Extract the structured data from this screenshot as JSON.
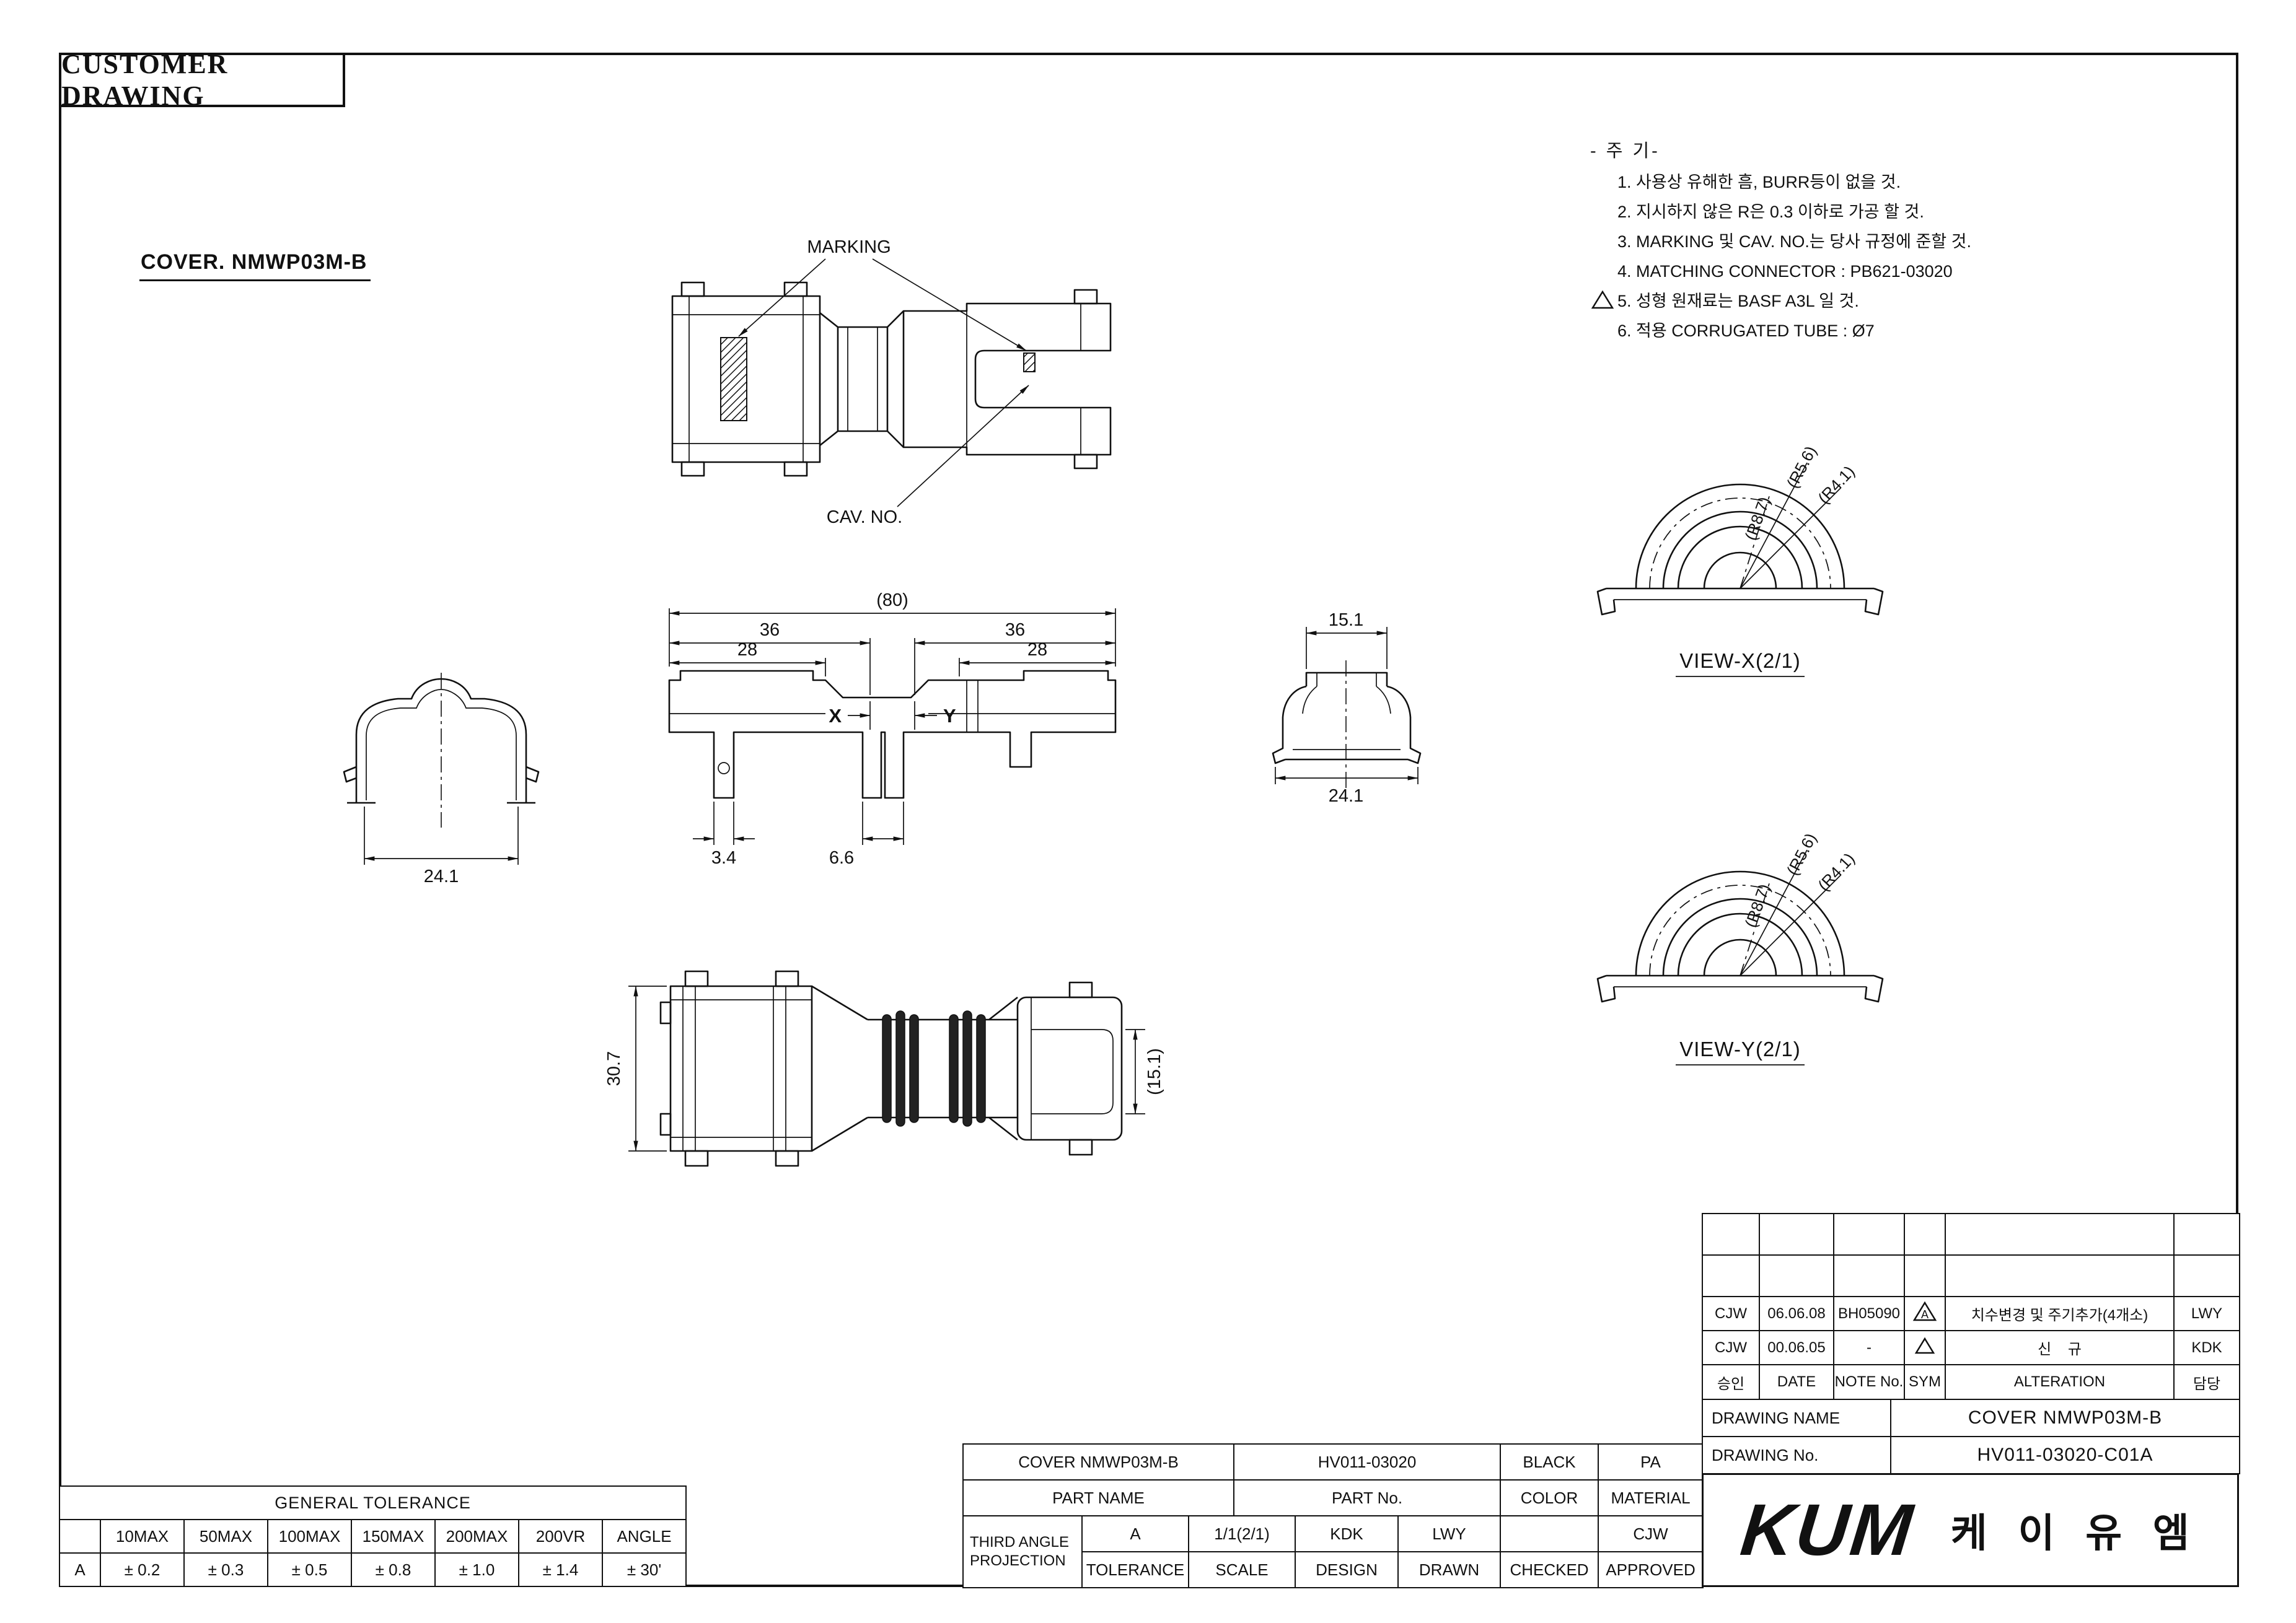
{
  "header": {
    "box_title": "CUSTOMER DRAWING",
    "part_title": "COVER. NMWP03M-B"
  },
  "notes": {
    "title": "- 주 기-",
    "items": [
      "1. 사용상 유해한 흠, BURR등이 없을 것.",
      "2. 지시하지 않은 R은 0.3 이하로 가공 할 것.",
      "3. MARKING 및 CAV. NO.는 당사 규정에  준할 것.",
      "4. MATCHING CONNECTOR : PB621-03020",
      "5. 성형 원재료는 BASF A3L 일 것.",
      "6. 적용 CORRUGATED TUBE : Ø7"
    ]
  },
  "views": {
    "top": {
      "marking": "MARKING",
      "cav_no": "CAV. NO."
    },
    "front": {
      "overall": "(80)",
      "left36": "36",
      "right36": "36",
      "left28": "28",
      "right28": "28",
      "x": "X",
      "y": "Y",
      "d34": "3.4",
      "d66": "6.6"
    },
    "left_end": {
      "width": "24.1"
    },
    "right_end": {
      "top_width": "15.1",
      "base_width": "24.1"
    },
    "bottom": {
      "height": "30.7",
      "inner": "(15.1)"
    },
    "view_x": {
      "label": "VIEW-X(2/1)",
      "r1": "(R5.6)",
      "r2": "(R4.1)",
      "r3": "(R8.7)"
    },
    "view_y": {
      "label": "VIEW-Y(2/1)",
      "r1": "(R5.6)",
      "r2": "(R4.1)",
      "r3": "(R8.7)"
    }
  },
  "tolerance_table": {
    "title": "GENERAL TOLERANCE",
    "row_label": "A",
    "headers": [
      "10MAX",
      "50MAX",
      "100MAX",
      "150MAX",
      "200MAX",
      "200VR",
      "ANGLE"
    ],
    "values": [
      "± 0.2",
      "± 0.3",
      "± 0.5",
      "± 0.8",
      "± 1.0",
      "± 1.4",
      "± 30'"
    ]
  },
  "title_block": {
    "part_name_value": "COVER NMWP03M-B",
    "part_no_value": "HV011-03020",
    "color_value": "BLACK",
    "material_value": "PA",
    "part_name_label": "PART NAME",
    "part_no_label": "PART No.",
    "color_label": "COLOR",
    "material_label": "MATERIAL",
    "projection_line1": "THIRD ANGLE",
    "projection_line2": "PROJECTION",
    "tolerance_value": "A",
    "scale_value": "1/1(2/1)",
    "design_value": "KDK",
    "drawn_value": "LWY",
    "checked_value": "",
    "approved_value": "CJW",
    "tolerance_label": "TOLERANCE",
    "scale_label": "SCALE",
    "design_label": "DESIGN",
    "drawn_label": "DRAWN",
    "checked_label": "CHECKED",
    "approved_label": "APPROVED"
  },
  "revision_block": {
    "rows": [
      {
        "approve": "CJW",
        "date": "06.06.08",
        "note": "BH05090",
        "sym": "A",
        "alteration": "치수변경 및 주기추가(4개소)",
        "person": "LWY"
      },
      {
        "approve": "CJW",
        "date": "00.06.05",
        "note": "-",
        "sym": "",
        "alteration": "신    규",
        "person": "KDK"
      }
    ],
    "header": {
      "approve": "승인",
      "date": "DATE",
      "note": "NOTE No.",
      "sym": "SYM",
      "alteration": "ALTERATION",
      "person": "담당"
    },
    "drawing_name_label": "DRAWING NAME",
    "drawing_name_value": "COVER NMWP03M-B",
    "drawing_no_label": "DRAWING No.",
    "drawing_no_value": "HV011-03020-C01A",
    "logo": "KUM",
    "company_korean": "케 이 유 엠"
  }
}
